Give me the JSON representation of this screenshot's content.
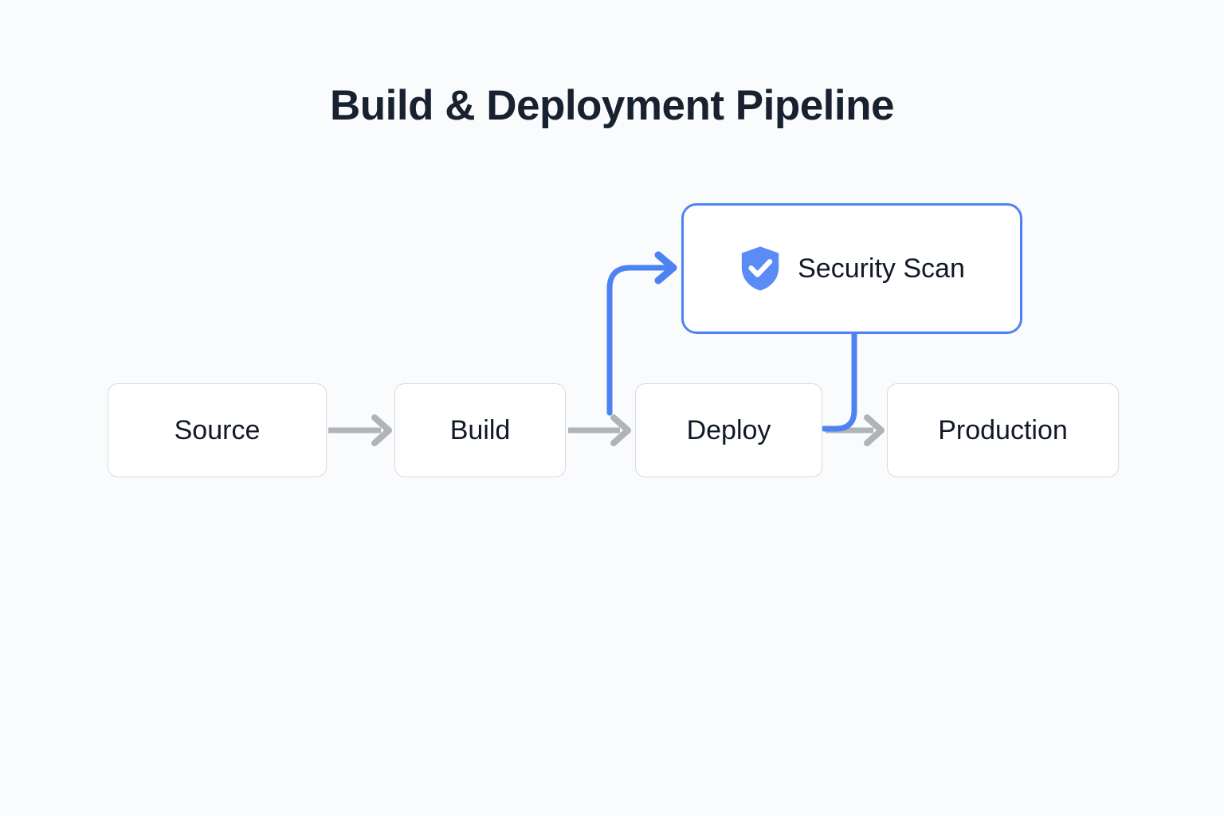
{
  "title": "Build & Deployment Pipeline",
  "theme": {
    "background": "#fafbfc",
    "node_fill": "#ffffff",
    "node_border": "#d7dadf",
    "node_text": "#111827",
    "title_text": "#18212f",
    "accent_blue": "#4d82f3",
    "arrow_gray": "#b0b3b8"
  },
  "nodes": [
    {
      "id": "source",
      "label": "Source",
      "style": "default",
      "icon": null
    },
    {
      "id": "build",
      "label": "Build",
      "style": "default",
      "icon": null
    },
    {
      "id": "deploy",
      "label": "Deploy",
      "style": "default",
      "icon": null
    },
    {
      "id": "production",
      "label": "Production",
      "style": "default",
      "icon": null
    },
    {
      "id": "security",
      "label": "Security Scan",
      "style": "highlight",
      "icon": "shield-check-icon"
    }
  ],
  "connectors": [
    {
      "id": "source-to-build",
      "from": "source",
      "to": "build",
      "color": "#b0b3b8",
      "kind": "straight-arrow"
    },
    {
      "id": "build-to-deploy",
      "from": "build",
      "to": "deploy",
      "color": "#b0b3b8",
      "kind": "straight-arrow"
    },
    {
      "id": "deploy-to-production",
      "from": "deploy",
      "to": "production",
      "color": "#b0b3b8",
      "kind": "straight-arrow"
    },
    {
      "id": "build-to-security",
      "from": "build",
      "to": "security",
      "color": "#4d82f3",
      "kind": "elbow-arrow-up-right"
    },
    {
      "id": "security-to-deploy-out",
      "from": "security",
      "to": "production",
      "color": "#4d82f3",
      "kind": "elbow-down-left"
    }
  ]
}
